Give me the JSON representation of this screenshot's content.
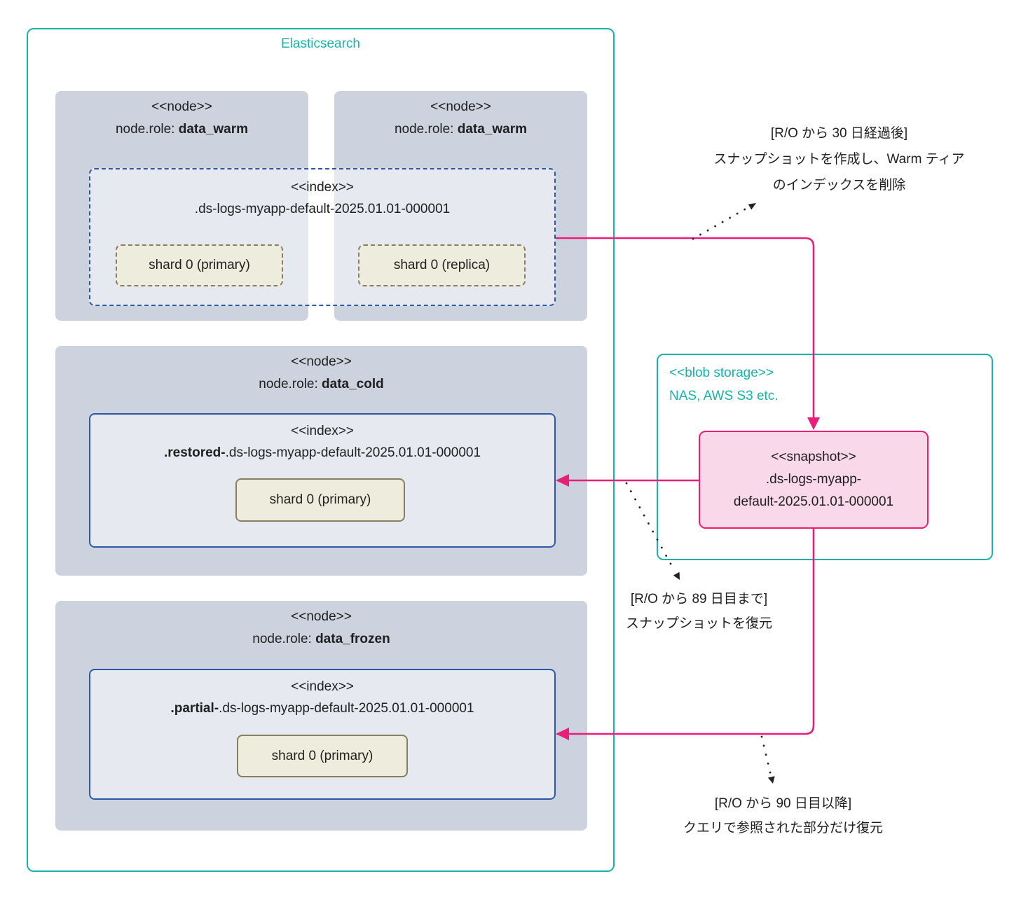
{
  "title": "Elasticsearch",
  "colors": {
    "teal": "#16b3ab",
    "pink": "#e91e78",
    "index_border_blue": "#2d58a7",
    "node_fill": "#cdd3de",
    "shard_fill": "#eeecdd",
    "shard_border": "#887e60",
    "snapshot_fill": "#f9d9e9",
    "text": "#1f1f1f"
  },
  "warm_tier": {
    "node1": {
      "stereotype": "<<node>>",
      "role_label": "node.role: ",
      "role_value": "data_warm"
    },
    "node2": {
      "stereotype": "<<node>>",
      "role_label": "node.role: ",
      "role_value": "data_warm"
    },
    "index": {
      "stereotype": "<<index>>",
      "name": ".ds-logs-myapp-default-2025.01.01-000001"
    },
    "shard_primary": "shard 0 (primary)",
    "shard_replica": "shard 0 (replica)"
  },
  "cold_tier": {
    "node": {
      "stereotype": "<<node>>",
      "role_label": "node.role: ",
      "role_value": "data_cold"
    },
    "index": {
      "stereotype": "<<index>>",
      "name_prefix": ".restored-",
      "name_rest": ".ds-logs-myapp-default-2025.01.01-000001"
    },
    "shard_primary": "shard 0 (primary)"
  },
  "frozen_tier": {
    "node": {
      "stereotype": "<<node>>",
      "role_label": "node.role: ",
      "role_value": "data_frozen"
    },
    "index": {
      "stereotype": "<<index>>",
      "name_prefix": ".partial-",
      "name_rest": ".ds-logs-myapp-default-2025.01.01-000001"
    },
    "shard_primary": "shard 0 (primary)"
  },
  "blob_storage": {
    "stereotype": "<<blob storage>>",
    "subtitle": "NAS, AWS S3 etc.",
    "snapshot": {
      "stereotype": "<<snapshot>>",
      "name_line1": ".ds-logs-myapp-",
      "name_line2": "default-2025.01.01-000001"
    }
  },
  "annotations": {
    "create_snapshot": {
      "line1": "[R/O から 30 日経過後]",
      "line2": "スナップショットを作成し、Warm ティア",
      "line3": "のインデックスを削除"
    },
    "restore_snapshot": {
      "line1": "[R/O から 89 日目まで]",
      "line2": "スナップショットを復元"
    },
    "partial_restore": {
      "line1": "[R/O から 90 日目以降]",
      "line2": "クエリで参照された部分だけ復元"
    }
  }
}
